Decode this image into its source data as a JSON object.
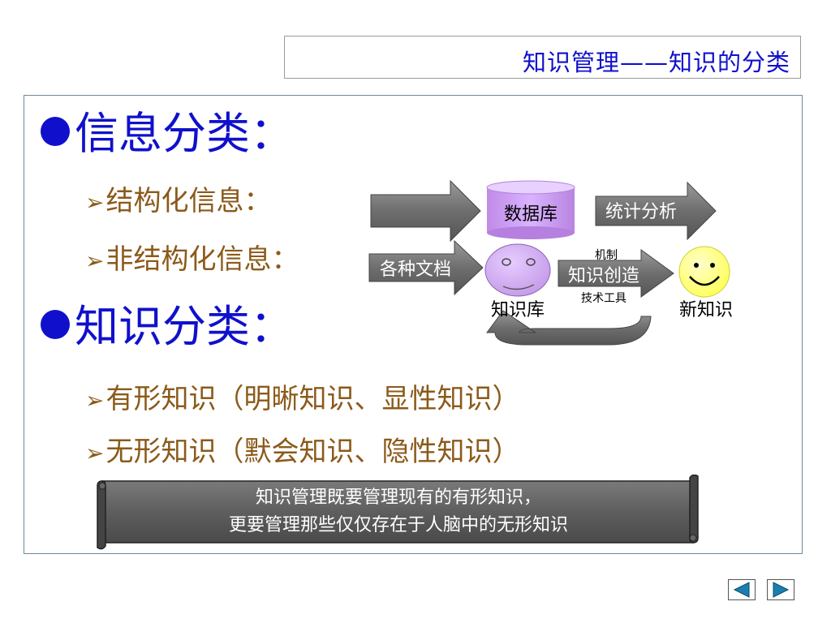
{
  "header": {
    "title": "知识管理——知识的分类"
  },
  "main": {
    "info_heading": "信息分类：",
    "info_items": [
      "结构化信息：",
      "非结构化信息："
    ],
    "knowledge_heading": "知识分类：",
    "knowledge_items": [
      "有形知识（明晰知识、显性知识）",
      "无形知识（默会知识、隐性知识）"
    ]
  },
  "diagram": {
    "database": "数据库",
    "stats": "统计分析",
    "documents": "各种文档",
    "mechanism": "机制",
    "creation": "知识创造",
    "tools": "技术工具",
    "knowledge_base": "知识库",
    "new_knowledge": "新知识"
  },
  "scroll": {
    "line1": "知识管理既要管理现有的有形知识，",
    "line2": "更要管理那些仅仅存在于人脑中的无形知识"
  },
  "colors": {
    "title": "#1010cc",
    "sub_bullets": "#8b5a1a",
    "database": "#cc99ff",
    "smiley": "#ffff66"
  },
  "nav": {
    "prev_icon": "triangle-left-icon",
    "next_icon": "triangle-right-icon"
  }
}
